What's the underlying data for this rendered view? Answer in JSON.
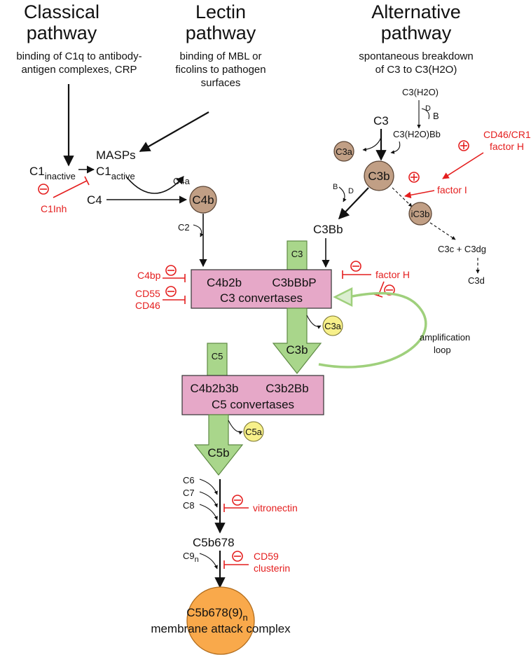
{
  "pathways": {
    "classical": {
      "title_1": "Classical",
      "title_2": "pathway",
      "desc_1": "binding of C1q to antibody-",
      "desc_2": "antigen complexes, CRP"
    },
    "lectin": {
      "title_1": "Lectin",
      "title_2": "pathway",
      "desc_1": "binding of MBL or",
      "desc_2": "ficolins to pathogen",
      "desc_3": "surfaces"
    },
    "alternative": {
      "title_1": "Alternative",
      "title_2": "pathway",
      "desc_1": "spontaneous breakdown",
      "desc_2": "of C3 to C3(H2O)"
    }
  },
  "nodes": {
    "masps": "MASPs",
    "c1": "C1",
    "c1_inactive_sub": "inactive",
    "c1_active_sub": "active",
    "c1inh": "C1Inh",
    "c4": "C4",
    "c4a": "C4a",
    "c4b": "C4b",
    "c2": "C2",
    "c3h2o": "C3(H2O)",
    "c3h2obb": "C3(H2O)Bb",
    "d": "D",
    "b": "B",
    "c3": "C3",
    "c3a": "C3a",
    "c3b": "C3b",
    "ic3b": "iC3b",
    "c3bb": "C3Bb",
    "c3c_c3dg": "C3c + C3dg",
    "c3d": "C3d",
    "cd46_cr1": "CD46/CR1",
    "factor_h": "factor H",
    "factor_i": "factor I",
    "plus": "⊕",
    "minus": "⊖"
  },
  "convertases": {
    "c3_left": "C4b2b",
    "c3_right": "C3bBbP",
    "c3_title": "C3 convertases",
    "c3_input": "C3",
    "c3_output": "C3b",
    "c3_cleaved": "C3a",
    "c5_left": "C4b2b3b",
    "c5_right": "C3b2Bb",
    "c5_title": "C5 convertases",
    "c5_input": "C5",
    "c5_output": "C5b",
    "c5_cleaved": "C5a"
  },
  "regulators": {
    "c4bp": "C4bp",
    "cd55": "CD55",
    "cd46": "CD46",
    "factor_h": "factor H",
    "vitronectin": "vitronectin",
    "cd59": "CD59",
    "clusterin": "clusterin"
  },
  "amplification": {
    "line1": "amplification",
    "line2": "loop"
  },
  "terminal": {
    "c6": "C6",
    "c7": "C7",
    "c8": "C8",
    "c5b678": "C5b678",
    "c9": "C9",
    "c9_sub": "n",
    "mac_main": "C5b678(9)",
    "mac_sub": "n",
    "mac_label": "membrane attack complex"
  },
  "colors": {
    "inhibitor_red": "#e41e1e",
    "convertase_pink": "#e6a8c8",
    "flow_green": "#a9d68b",
    "c3b_brown": "#c19f85",
    "anaphylatoxin_yellow": "#f7f08a",
    "mac_orange": "#f9a94b",
    "loop_green": "#9fd07c"
  }
}
